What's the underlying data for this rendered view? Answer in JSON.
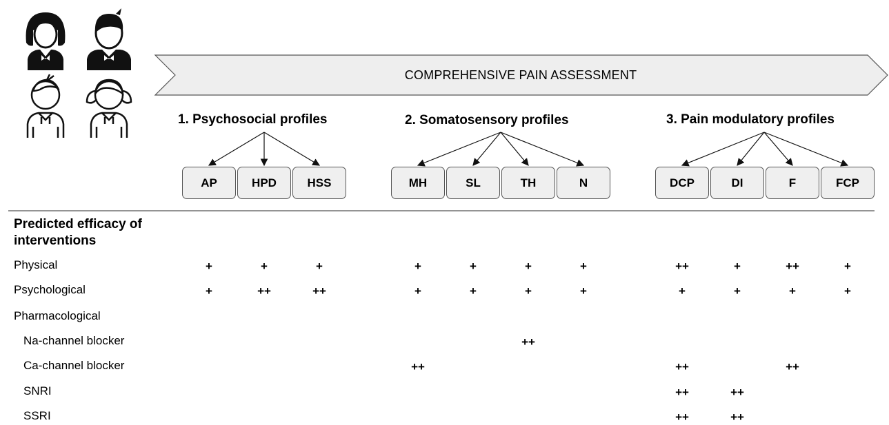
{
  "banner": {
    "title": "COMPREHENSIVE PAIN ASSESSMENT"
  },
  "icons": [
    "woman-icon",
    "man-icon",
    "boy-icon",
    "girl-icon"
  ],
  "groups": [
    {
      "title": "1. Psychosocial profiles",
      "boxes": [
        "AP",
        "HPD",
        "HSS"
      ]
    },
    {
      "title": "2. Somatosensory profiles",
      "boxes": [
        "MH",
        "SL",
        "TH",
        "N"
      ]
    },
    {
      "title": "3. Pain modulatory profiles",
      "boxes": [
        "DCP",
        "DI",
        "F",
        "FCP"
      ]
    }
  ],
  "predicted": {
    "title": "Predicted efficacy of interventions",
    "title_lines": [
      "Predicted efficacy of",
      "interventions"
    ],
    "rows": [
      {
        "label": "Physical",
        "values": [
          "+",
          "+",
          "+",
          "+",
          "+",
          "+",
          "+",
          "++",
          "+",
          "++",
          "+"
        ]
      },
      {
        "label": "Psychological",
        "values": [
          "+",
          "++",
          "++",
          "+",
          "+",
          "+",
          "+",
          "+",
          "+",
          "+",
          "+"
        ]
      },
      {
        "label": "Pharmacological",
        "values": [
          "",
          "",
          "",
          "",
          "",
          "",
          "",
          "",
          "",
          "",
          ""
        ]
      },
      {
        "label": "Na-channel blocker",
        "values": [
          "",
          "",
          "",
          "",
          "",
          "++",
          "",
          "",
          "",
          "",
          ""
        ]
      },
      {
        "label": "Ca-channel blocker",
        "values": [
          "",
          "",
          "",
          "++",
          "",
          "",
          "",
          "++",
          "",
          "++",
          ""
        ]
      },
      {
        "label": "SNRI",
        "values": [
          "",
          "",
          "",
          "",
          "",
          "",
          "",
          "++",
          "++",
          "",
          ""
        ]
      },
      {
        "label": "SSRI",
        "values": [
          "",
          "",
          "",
          "",
          "",
          "",
          "",
          "++",
          "++",
          "",
          ""
        ]
      }
    ]
  }
}
